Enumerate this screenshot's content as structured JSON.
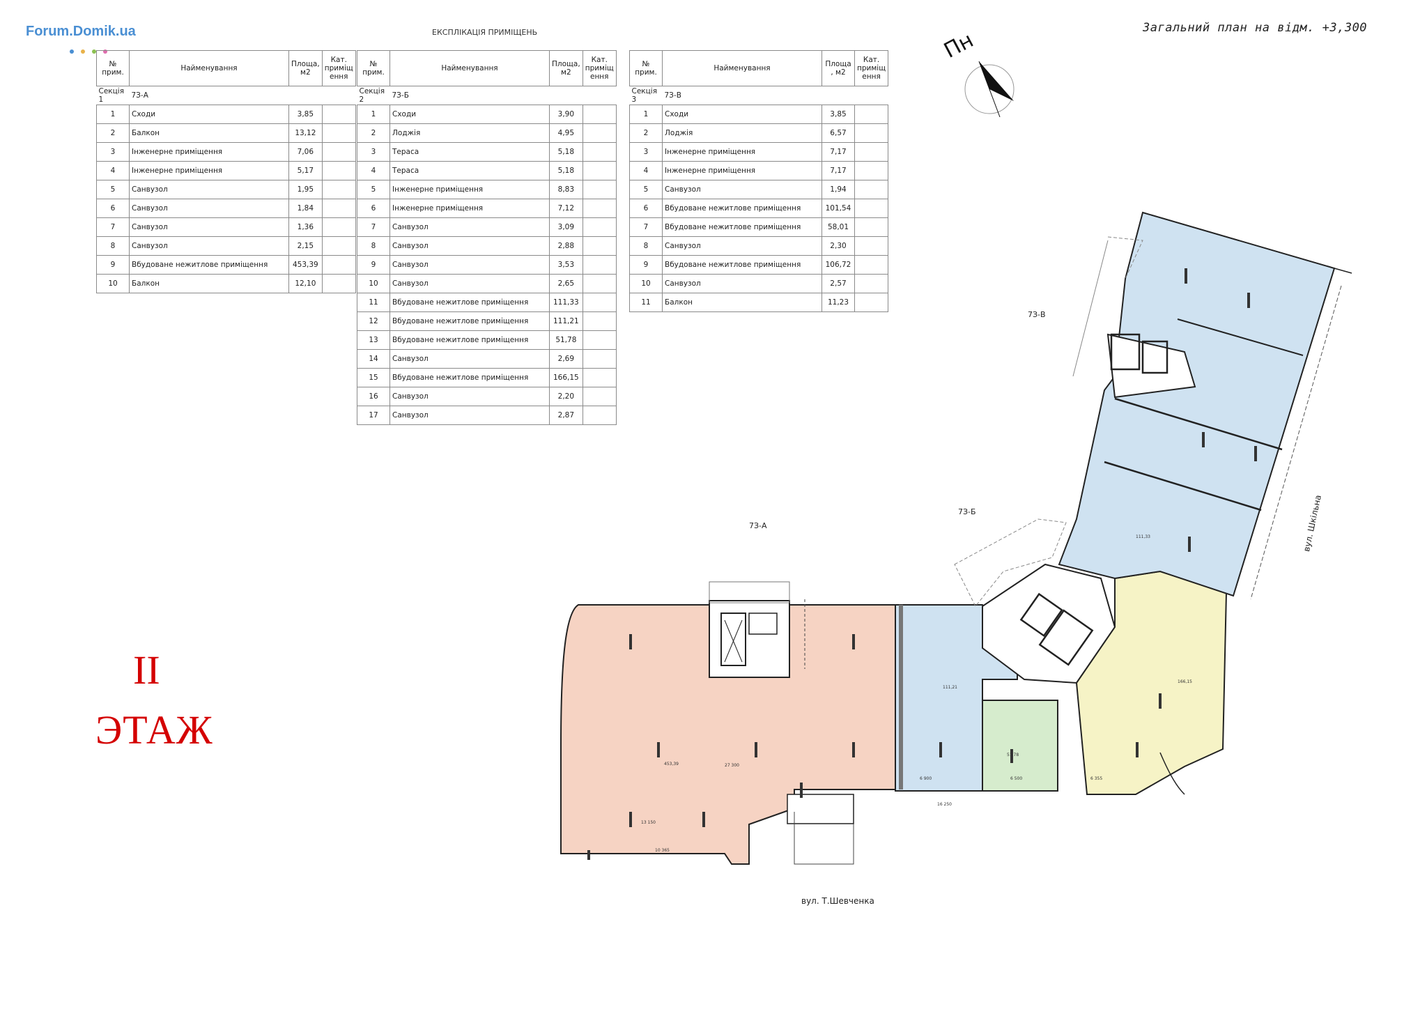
{
  "watermark": "Forum.Domik.ua",
  "colors": {
    "zone_a": "#f6d3c3",
    "zone_b_blue": "#cfe2f1",
    "zone_b_green": "#d6eccd",
    "zone_c_yellow": "#f6f3c6",
    "floor_text": "#d40000"
  },
  "sheet_title": "ЕКСПЛІКАЦІЯ ПРИМІЩЕНЬ",
  "plan_title": "Загальний план на відм. +3,300",
  "north_label": "Пн",
  "floor_label": {
    "roman": "II",
    "word": "ЭТАЖ"
  },
  "streets": {
    "bottom": "вул. Т.Шевченка",
    "right": "вул. Шкільна"
  },
  "headers": {
    "num": "№ прим.",
    "name": "Найменування",
    "area": "Площа, м2",
    "cat": "Кат. приміщ ення"
  },
  "headers_alt": {
    "area": "Площа , м2"
  },
  "sections": [
    {
      "label": "Секція 1",
      "code": "7З-А",
      "rows": [
        {
          "n": "1",
          "name": "Сходи",
          "area": "3,85"
        },
        {
          "n": "2",
          "name": "Балкон",
          "area": "13,12"
        },
        {
          "n": "3",
          "name": "Інженерне приміщення",
          "area": "7,06"
        },
        {
          "n": "4",
          "name": "Інженерне приміщення",
          "area": "5,17"
        },
        {
          "n": "5",
          "name": "Санвузол",
          "area": "1,95"
        },
        {
          "n": "6",
          "name": "Санвузол",
          "area": "1,84"
        },
        {
          "n": "7",
          "name": "Санвузол",
          "area": "1,36"
        },
        {
          "n": "8",
          "name": "Санвузол",
          "area": "2,15"
        },
        {
          "n": "9",
          "name": "Вбудоване нежитлове приміщення",
          "area": "453,39"
        },
        {
          "n": "10",
          "name": "Балкон",
          "area": "12,10"
        }
      ]
    },
    {
      "label": "Секція 2",
      "code": "7З-Б",
      "rows": [
        {
          "n": "1",
          "name": "Сходи",
          "area": "3,90"
        },
        {
          "n": "2",
          "name": "Лоджія",
          "area": "4,95"
        },
        {
          "n": "3",
          "name": "Тераса",
          "area": "5,18"
        },
        {
          "n": "4",
          "name": "Тераса",
          "area": "5,18"
        },
        {
          "n": "5",
          "name": "Інженерне приміщення",
          "area": "8,83"
        },
        {
          "n": "6",
          "name": "Інженерне приміщення",
          "area": "7,12"
        },
        {
          "n": "7",
          "name": "Санвузол",
          "area": "3,09"
        },
        {
          "n": "8",
          "name": "Санвузол",
          "area": "2,88"
        },
        {
          "n": "9",
          "name": "Санвузол",
          "area": "3,53"
        },
        {
          "n": "10",
          "name": "Санвузол",
          "area": "2,65"
        },
        {
          "n": "11",
          "name": "Вбудоване нежитлове приміщення",
          "area": "111,33"
        },
        {
          "n": "12",
          "name": "Вбудоване нежитлове приміщення",
          "area": "111,21"
        },
        {
          "n": "13",
          "name": "Вбудоване нежитлове приміщення",
          "area": "51,78"
        },
        {
          "n": "14",
          "name": "Санвузол",
          "area": "2,69"
        },
        {
          "n": "15",
          "name": "Вбудоване нежитлове приміщення",
          "area": "166,15"
        },
        {
          "n": "16",
          "name": "Санвузол",
          "area": "2,20"
        },
        {
          "n": "17",
          "name": "Санвузол",
          "area": "2,87"
        }
      ]
    },
    {
      "label": "Секція 3",
      "code": "7З-В",
      "rows": [
        {
          "n": "1",
          "name": "Сходи",
          "area": "3,85"
        },
        {
          "n": "2",
          "name": "Лоджія",
          "area": "6,57"
        },
        {
          "n": "3",
          "name": "Інженерне приміщення",
          "area": "7,17"
        },
        {
          "n": "4",
          "name": "Інженерне приміщення",
          "area": "7,17"
        },
        {
          "n": "5",
          "name": "Санвузол",
          "area": "1,94"
        },
        {
          "n": "6",
          "name": "Вбудоване нежитлове приміщення",
          "area": "101,54"
        },
        {
          "n": "7",
          "name": "Вбудоване нежитлове приміщення",
          "area": "58,01"
        },
        {
          "n": "8",
          "name": "Санвузол",
          "area": "2,30"
        },
        {
          "n": "9",
          "name": "Вбудоване нежитлове приміщення",
          "area": "106,72"
        },
        {
          "n": "10",
          "name": "Санвузол",
          "area": "2,57"
        },
        {
          "n": "11",
          "name": "Балкон",
          "area": "11,23"
        }
      ]
    }
  ],
  "plan_labels": {
    "a": "7З-А",
    "b": "7З-Б",
    "c": "7З-В"
  },
  "room_tags": {
    "a_main": "453,39",
    "b12": "111,21",
    "b13": "51,78",
    "b15": "166,15",
    "b11": "111,33"
  },
  "dims": {
    "d1": "27 300",
    "d2": "10 365",
    "d3": "13 150",
    "d4": "16 250",
    "d5": "6 900",
    "d6": "6 500",
    "d7": "6 355"
  }
}
